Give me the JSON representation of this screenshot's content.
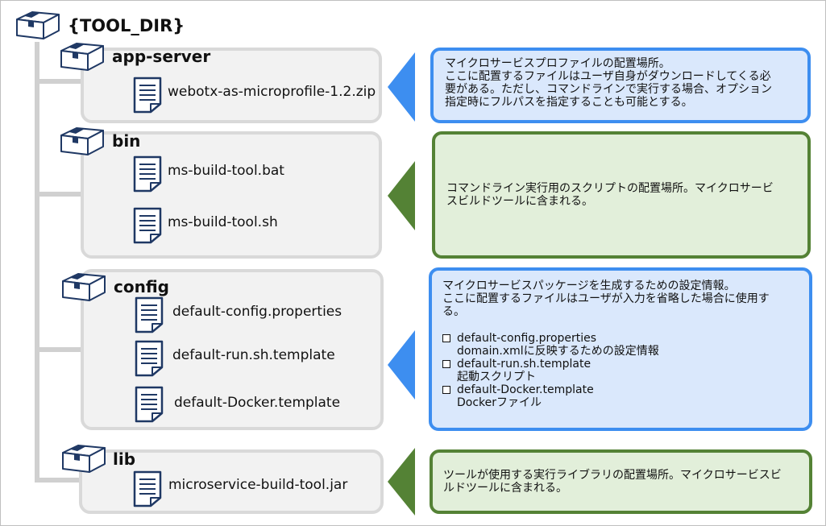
{
  "root": {
    "label": "{TOOL_DIR}",
    "icon": "folder-box-icon"
  },
  "folders": [
    {
      "id": "app-server",
      "label": "app-server",
      "icon": "folder-box-icon",
      "files": [
        {
          "label": "webotx-as-microprofile-1.2.zip",
          "icon": "document-icon"
        }
      ],
      "note": {
        "style": "blue",
        "text": "マイクロサービスプロファイルの配置場所。\nここに配置するファイルはユーザ自身がダウンロードしてくる必\n要がある。ただし、コマンドラインで実行する場合、オプション\n指定時にフルパスを指定することも可能とする。"
      }
    },
    {
      "id": "bin",
      "label": "bin",
      "icon": "folder-box-icon",
      "files": [
        {
          "label": "ms-build-tool.bat",
          "icon": "document-icon"
        },
        {
          "label": "ms-build-tool.sh",
          "icon": "document-icon"
        }
      ],
      "note": {
        "style": "green",
        "text": "コマンドライン実行用のスクリプトの配置場所。マイクロサービ\nスビルドツールに含まれる。"
      }
    },
    {
      "id": "config",
      "label": "config",
      "icon": "folder-box-icon",
      "files": [
        {
          "label": "default-config.properties",
          "icon": "document-icon"
        },
        {
          "label": "default-run.sh.template",
          "icon": "document-icon"
        },
        {
          "label": "default-Docker.template",
          "icon": "document-icon"
        }
      ],
      "note": {
        "style": "blue",
        "text": "マイクロサービスパッケージを生成するための設定情報。\nここに配置するファイルはユーザが入力を省略した場合に使用す\nる。",
        "bullets": [
          {
            "text": "default-config.properties\ndomain.xmlに反映するための設定情報"
          },
          {
            "text": "default-run.sh.template\n起動スクリプト"
          },
          {
            "text": "default-Docker.template\nDockerファイル"
          }
        ]
      }
    },
    {
      "id": "lib",
      "label": "lib",
      "icon": "folder-box-icon",
      "files": [
        {
          "label": "microservice-build-tool.jar",
          "icon": "document-icon"
        }
      ],
      "note": {
        "style": "green",
        "text": "ツールが使用する実行ライブラリの配置場所。マイクロサービスビ\nルドツールに含まれる。"
      }
    }
  ],
  "colors": {
    "blue_border": "#3d8ef0",
    "blue_fill": "#dae8fc",
    "green_border": "#548235",
    "green_fill": "#e2efda",
    "panel_fill": "#f2f2f2",
    "panel_border": "#d9d9d9",
    "icon_navy": "#1f3864"
  }
}
